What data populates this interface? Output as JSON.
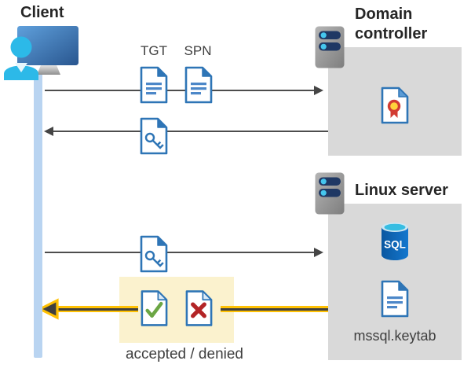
{
  "client": {
    "label": "Client"
  },
  "domain_controller": {
    "label": "Domain controller"
  },
  "linux_server": {
    "label": "Linux server",
    "sql_badge": "SQL",
    "keytab_label": "mssql.keytab"
  },
  "messages": {
    "tgt_label": "TGT",
    "spn_label": "SPN",
    "result_label": "accepted / denied"
  },
  "icons": {
    "client": "client-workstation-icon",
    "server": "server-icon",
    "ticket_document": "document-icon",
    "key_document": "key-ticket-icon",
    "certificate": "certificate-document-icon",
    "sql": "sql-database-icon",
    "accepted": "accepted-document-icon",
    "denied": "denied-document-icon"
  },
  "colors": {
    "doc_blue": "#2e75b6",
    "doc_line_blue": "#4c87c8",
    "line_gray": "#4d4d4d",
    "box_gray": "#d9d9d9",
    "highlight_yellow": "#fbf2ce",
    "arrow_yellow": "#ffc103",
    "client_bar_blue": "#b9d4f1",
    "person_cyan": "#2cb9e8",
    "monitor_blue": "#3c77bd",
    "server_pill_navy": "#1f3864",
    "check_green": "#6ba644",
    "cross_red": "#b32426",
    "cert_red": "#d23c32",
    "cert_gold": "#ffd43b",
    "sql_cyan": "#37bde2"
  }
}
